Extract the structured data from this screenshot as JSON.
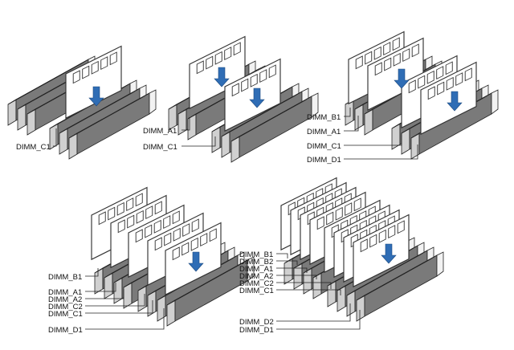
{
  "panels": [
    {
      "id": "p1",
      "labels": [
        "DIMM_C1"
      ]
    },
    {
      "id": "p2",
      "labels": [
        "DIMM_A1",
        "DIMM_C1"
      ]
    },
    {
      "id": "p3",
      "labels": [
        "DIMM_B1",
        "DIMM_A1",
        "DIMM_C1",
        "DIMM_D1"
      ]
    },
    {
      "id": "p4",
      "labels": [
        "DIMM_B1",
        "DIMM_A1",
        "DIMM_A2",
        "DIMM_C2",
        "DIMM_C1",
        "DIMM_D1"
      ]
    },
    {
      "id": "p5",
      "labels": [
        "DIMM_B1",
        "DIMM_B2",
        "DIMM_A1",
        "DIMM_A2",
        "DIMM_C2",
        "DIMM_C1",
        "DIMM_D2",
        "DIMM_D1"
      ]
    }
  ],
  "colors": {
    "stick_fill": "#ffffff",
    "stick_stroke": "#333333",
    "slot_dark": "#4a4a4a",
    "slot_light": "#bdbdbd",
    "arrow": "#2f6db5",
    "line": "#222222"
  },
  "icons": {
    "arrow": "down-arrow-icon"
  }
}
